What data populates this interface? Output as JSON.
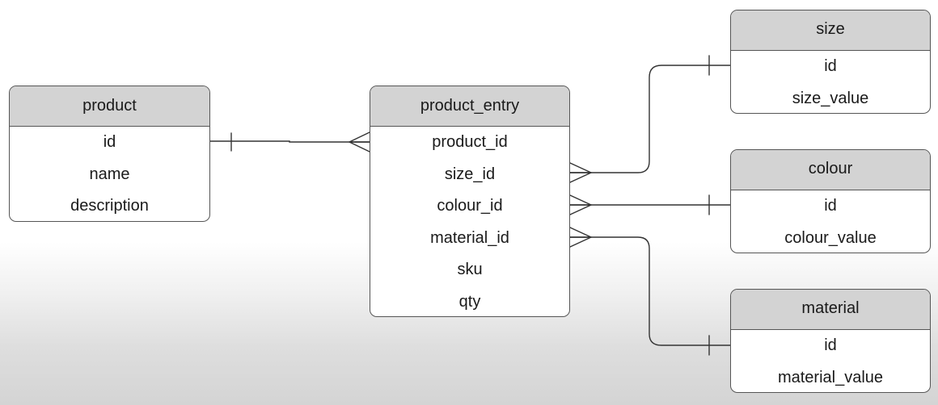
{
  "entities": {
    "product": {
      "title": "product",
      "fields": [
        "id",
        "name",
        "description"
      ]
    },
    "product_entry": {
      "title": "product_entry",
      "fields": [
        "product_id",
        "size_id",
        "colour_id",
        "material_id",
        "sku",
        "qty"
      ]
    },
    "size": {
      "title": "size",
      "fields": [
        "id",
        "size_value"
      ]
    },
    "colour": {
      "title": "colour",
      "fields": [
        "id",
        "colour_value"
      ]
    },
    "material": {
      "title": "material",
      "fields": [
        "id",
        "material_value"
      ]
    }
  },
  "relationships": [
    {
      "from": "product.id",
      "to": "product_entry.product_id",
      "from_cardinality": "one",
      "to_cardinality": "many"
    },
    {
      "from": "size.id",
      "to": "product_entry.size_id",
      "from_cardinality": "one",
      "to_cardinality": "many"
    },
    {
      "from": "colour.id",
      "to": "product_entry.colour_id",
      "from_cardinality": "one",
      "to_cardinality": "many"
    },
    {
      "from": "material.id",
      "to": "product_entry.material_id",
      "from_cardinality": "one",
      "to_cardinality": "many"
    }
  ],
  "colors": {
    "header_fill": "#d3d3d3",
    "border": "#555555",
    "line": "#333333"
  }
}
